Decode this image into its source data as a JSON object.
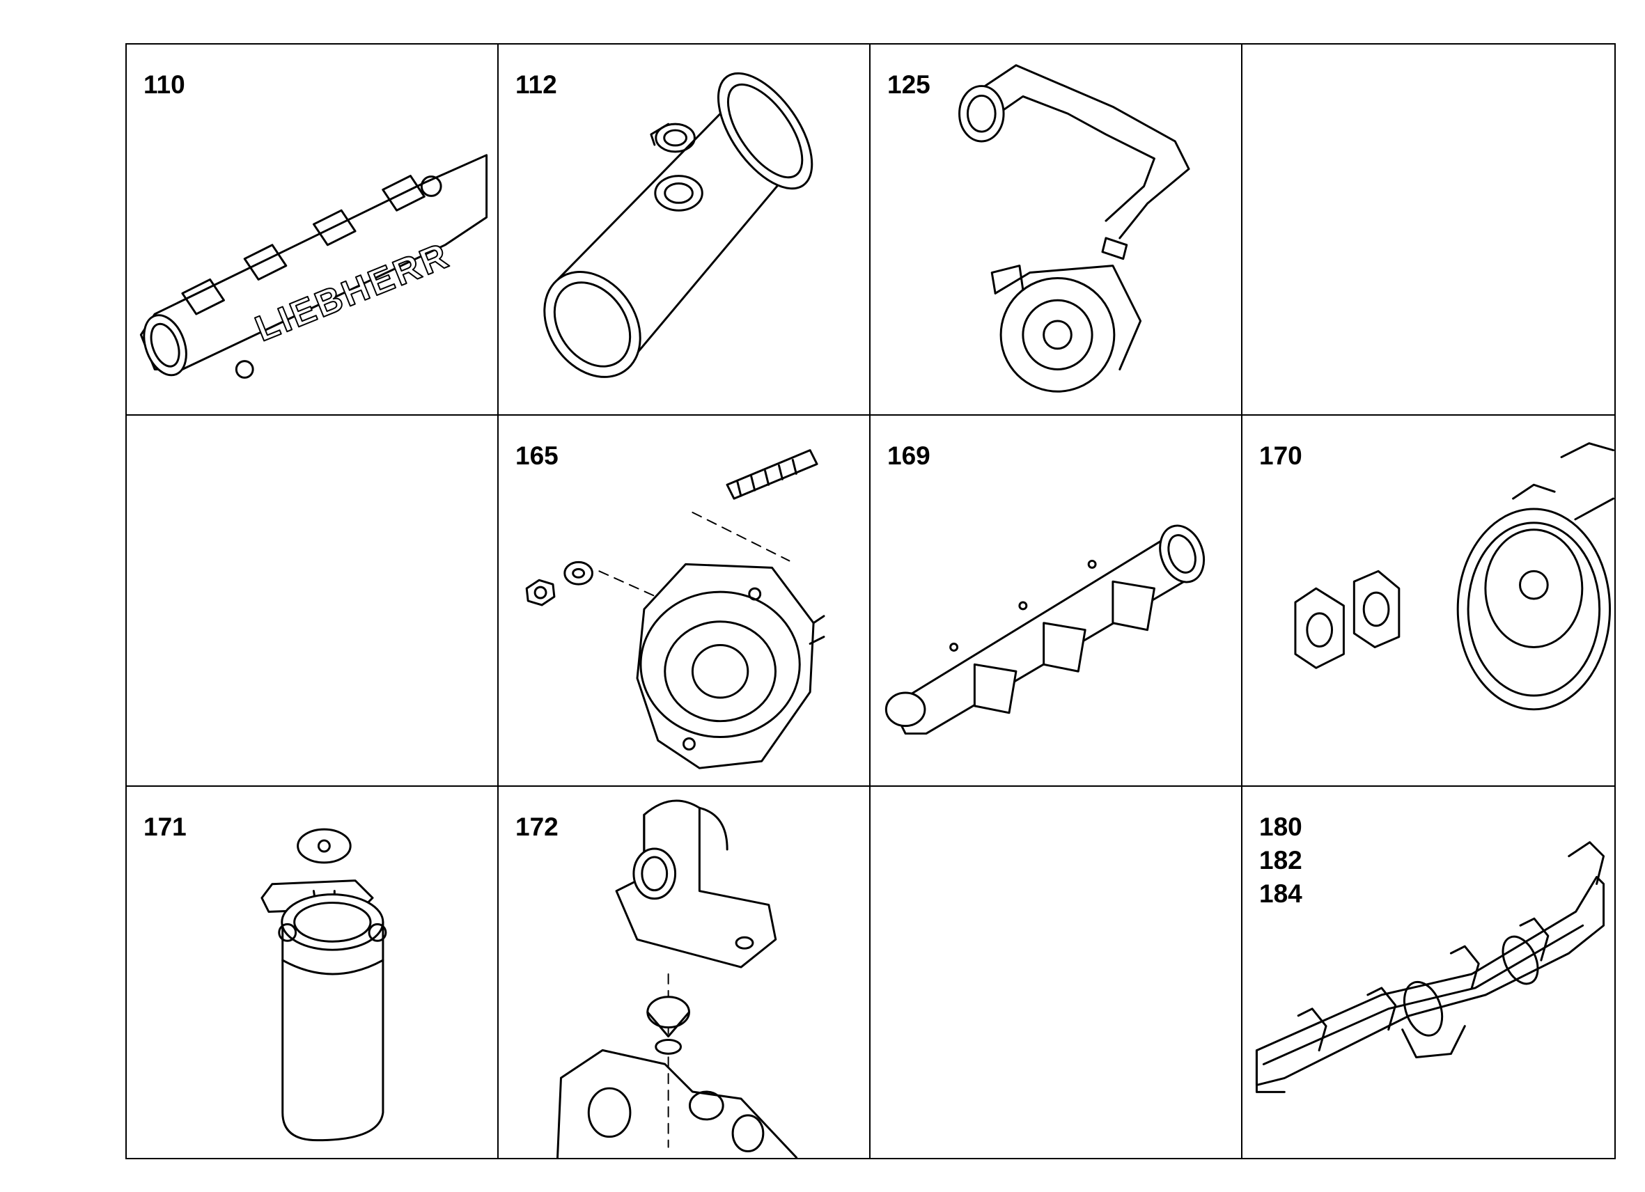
{
  "sheet": {
    "cells": [
      {
        "row": 1,
        "col": 1,
        "labels": [
          "110"
        ],
        "part": "manifold-liebherr",
        "brand_text": "LIEBHERR"
      },
      {
        "row": 1,
        "col": 2,
        "labels": [
          "112"
        ],
        "part": "pipe-housing"
      },
      {
        "row": 1,
        "col": 3,
        "labels": [
          "125"
        ],
        "part": "turbocharger-with-hose"
      },
      {
        "row": 1,
        "col": 4,
        "labels": [],
        "part": "empty"
      },
      {
        "row": 2,
        "col": 1,
        "labels": [],
        "part": "empty"
      },
      {
        "row": 2,
        "col": 2,
        "labels": [
          "165"
        ],
        "part": "cover-with-stud-nut"
      },
      {
        "row": 2,
        "col": 3,
        "labels": [
          "169"
        ],
        "part": "intake-manifold"
      },
      {
        "row": 2,
        "col": 4,
        "labels": [
          "170"
        ],
        "part": "flywheel-housing-gaskets"
      },
      {
        "row": 3,
        "col": 1,
        "labels": [
          "171"
        ],
        "part": "filter-canister"
      },
      {
        "row": 3,
        "col": 2,
        "labels": [
          "172"
        ],
        "part": "thermostat-housing"
      },
      {
        "row": 3,
        "col": 3,
        "labels": [],
        "part": "empty"
      },
      {
        "row": 3,
        "col": 4,
        "labels": [
          "180",
          "182",
          "184"
        ],
        "part": "exhaust-manifold"
      }
    ]
  }
}
